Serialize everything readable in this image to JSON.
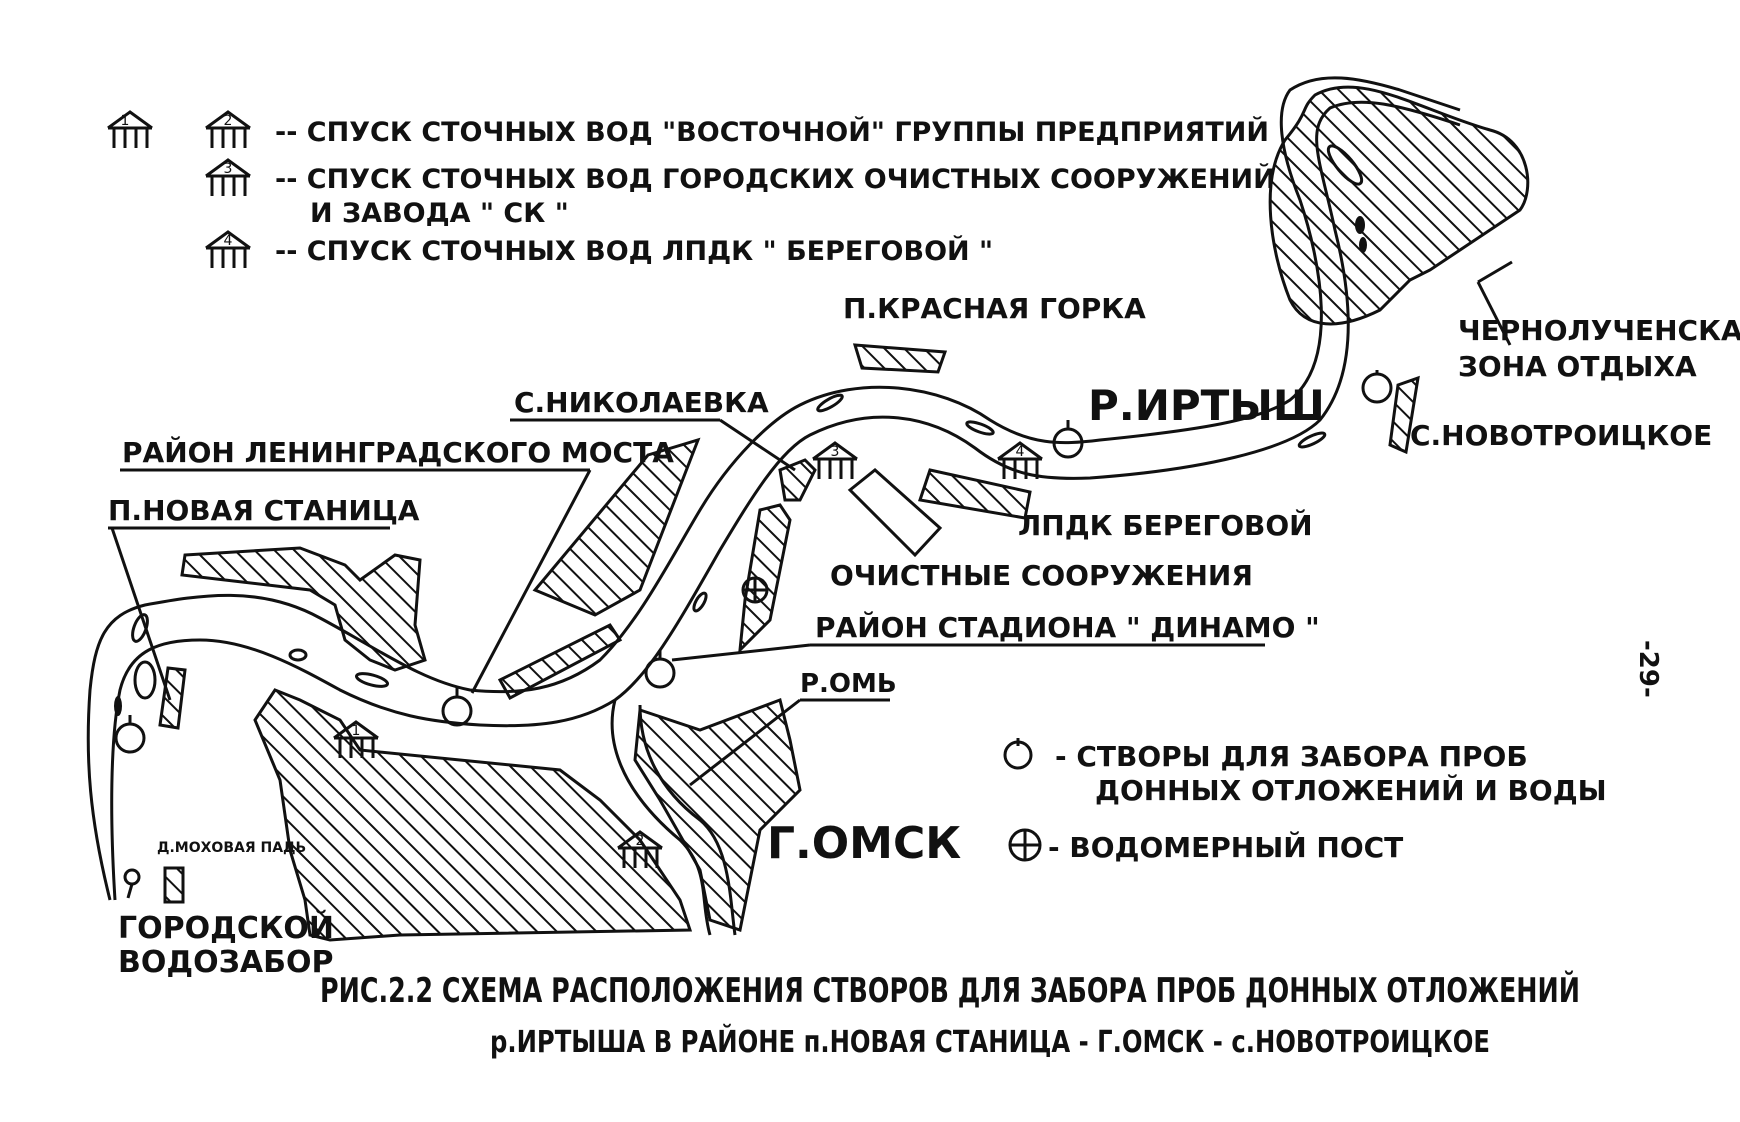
{
  "legend": {
    "discharge_east": "-- СПУСК СТОЧНЫХ ВОД \"ВОСТОЧНОЙ\" ГРУППЫ ПРЕДПРИЯТИЙ",
    "discharge_city_1": "-- СПУСК СТОЧНЫХ ВОД ГОРОДСКИХ ОЧИСТНЫХ СООРУЖЕНИЙ",
    "discharge_city_2": "И ЗАВОДА \" СК \"",
    "discharge_lpdk": "-- СПУСК СТОЧНЫХ ВОД ЛПДК \" БЕРЕГОВОЙ \"",
    "site_symbol": "- СТВОРЫ ДЛЯ ЗАБОРА ПРОБ",
    "site_symbol_2": "ДОННЫХ ОТЛОЖЕНИЙ И ВОДЫ",
    "gauge_symbol": "- ВОДОМЕРНЫЙ ПОСТ"
  },
  "outfall_numbers": [
    "1",
    "2",
    "3",
    "4"
  ],
  "places": {
    "krasnaya_gorka": "П.КРАСНАЯ ГОРКА",
    "nikolaevka": "С.НИКОЛАЕВКА",
    "leningrad_bridge": "РАЙОН ЛЕНИНГРАДСКОГО МОСТА",
    "novaya_stanitsa": "П.НОВАЯ СТАНИЦА",
    "irtysh": "Р.ИРТЫШ",
    "chernoluchenskaya_1": "ЧЕРНОЛУЧЕНСКАЯ",
    "chernoluchenskaya_2": "ЗОНА ОТДЫХА",
    "novotroitskoe": "С.НОВОТРОИЦКОЕ",
    "lpdk": "ЛПДК БЕРЕГОВОЙ",
    "treatment": "ОЧИСТНЫЕ СООРУЖЕНИЯ",
    "dinamo": "РАЙОН СТАДИОНА \" ДИНАМО \"",
    "om": "Р.ОМЬ",
    "omsk": "Г.ОМСК",
    "mokhovaya": "Д.МОХОВАЯ ПАДЬ",
    "intake_1": "ГОРОДСКОЙ",
    "intake_2": "ВОДОЗАБОР"
  },
  "page_number": "-29-",
  "caption": {
    "line1": "РИС.2.2 СХЕМА РАСПОЛОЖЕНИЯ СТВОРОВ ДЛЯ ЗАБОРА ПРОБ ДОННЫХ ОТЛОЖЕНИЙ",
    "line2": "р.ИРТЫША В РАЙОНЕ п.НОВАЯ СТАНИЦА - Г.ОМСК - с.НОВОТРОИЦКОЕ"
  }
}
